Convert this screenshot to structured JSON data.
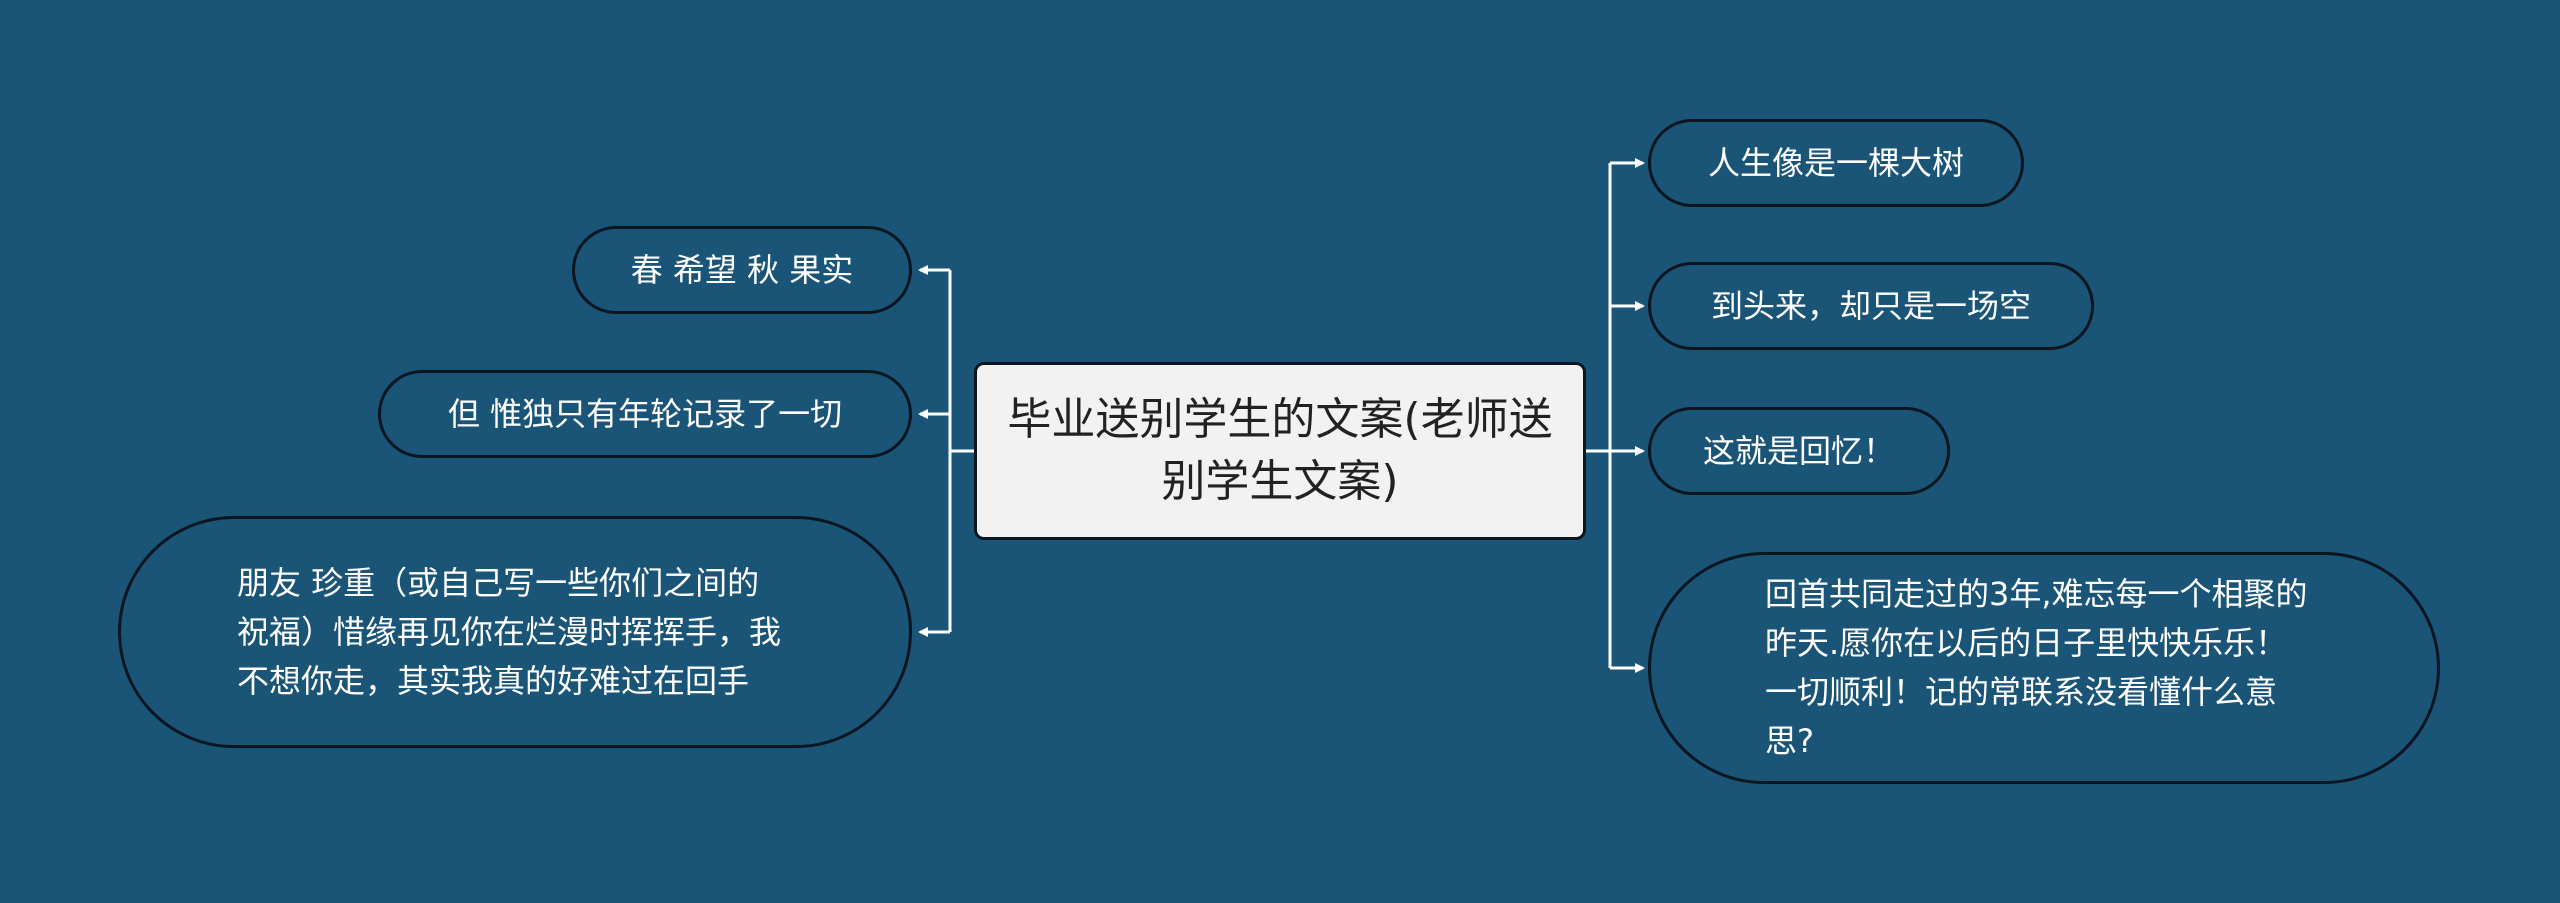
{
  "colors": {
    "background": "#1a5477",
    "line": "#ffffff",
    "border": "#0b1620",
    "center_fill": "#f2f2f2"
  },
  "center": {
    "title": "毕业送别学生的文案(老师送别学生文案)"
  },
  "left_nodes": [
    {
      "text": "春 希望 秋 果实"
    },
    {
      "text": "但 惟独只有年轮记录了一切"
    },
    {
      "text": "朋友 珍重（或自己写一些你们之间的祝福）惜缘再见你在烂漫时挥挥手，我不想你走，其实我真的好难过在回手"
    }
  ],
  "right_nodes": [
    {
      "text": "人生像是一棵大树"
    },
    {
      "text": "到头来，却只是一场空"
    },
    {
      "text": "这就是回忆！"
    },
    {
      "text": "回首共同走过的3年,难忘每一个相聚的昨天.愿你在以后的日子里快快乐乐！一切顺利！记的常联系没看懂什么意思?"
    }
  ]
}
